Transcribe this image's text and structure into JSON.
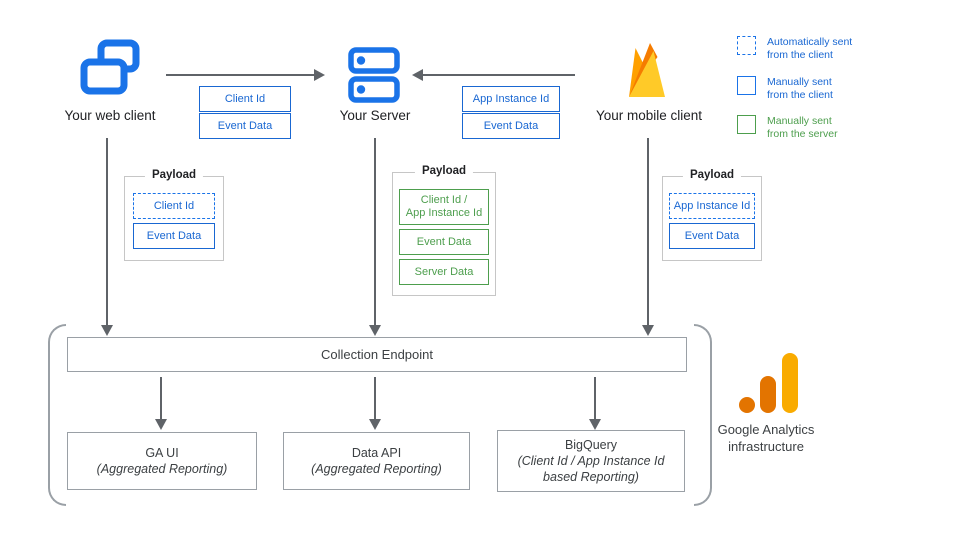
{
  "clients": {
    "web": {
      "label": "Your web client"
    },
    "server": {
      "label": "Your Server"
    },
    "mobile": {
      "label": "Your mobile client"
    }
  },
  "flow_chips": {
    "web_to_server": [
      {
        "label": "Client Id"
      },
      {
        "label": "Event Data"
      }
    ],
    "mobile_to_server": [
      {
        "label": "App Instance Id"
      },
      {
        "label": "Event Data"
      }
    ]
  },
  "legend": {
    "items": [
      {
        "icon": "dashed-blue-square",
        "text": "Automatically sent\nfrom the client"
      },
      {
        "icon": "solid-blue-square",
        "text": "Manually sent\nfrom the client"
      },
      {
        "icon": "solid-green-square",
        "text": "Manually sent\nfrom the server"
      }
    ]
  },
  "payloads": {
    "web": {
      "title": "Payload",
      "items": [
        {
          "label": "Client Id",
          "style": "dashed-blue"
        },
        {
          "label": "Event Data",
          "style": "solid-blue"
        }
      ]
    },
    "server": {
      "title": "Payload",
      "items": [
        {
          "label": "Client Id /\nApp Instance Id",
          "style": "solid-green"
        },
        {
          "label": "Event Data",
          "style": "solid-green"
        },
        {
          "label": "Server Data",
          "style": "solid-green"
        }
      ]
    },
    "mobile": {
      "title": "Payload",
      "items": [
        {
          "label": "App Instance Id",
          "style": "dashed-blue"
        },
        {
          "label": "Event Data",
          "style": "solid-blue"
        }
      ]
    }
  },
  "infrastructure": {
    "endpoint_label": "Collection Endpoint",
    "nodes": [
      {
        "title": "GA UI",
        "subtitle": "(Aggregated Reporting)"
      },
      {
        "title": "Data API",
        "subtitle": "(Aggregated Reporting)"
      },
      {
        "title": "BigQuery",
        "subtitle": "(Client Id / App Instance Id\nbased Reporting)"
      }
    ],
    "brand_label": "Google Analytics\ninfrastructure"
  },
  "colors": {
    "google_blue": "#1a73e8",
    "blue_text": "#1967d2",
    "green": "#4d9e4d",
    "arrow_gray": "#5f6368",
    "box_border_gray": "#9aa0a6",
    "firebase_amber": "#ffa000",
    "firebase_orange": "#f57c00",
    "firebase_yellow": "#ffca28",
    "ga_orange": "#e37400",
    "ga_yellow": "#f9ab00"
  }
}
